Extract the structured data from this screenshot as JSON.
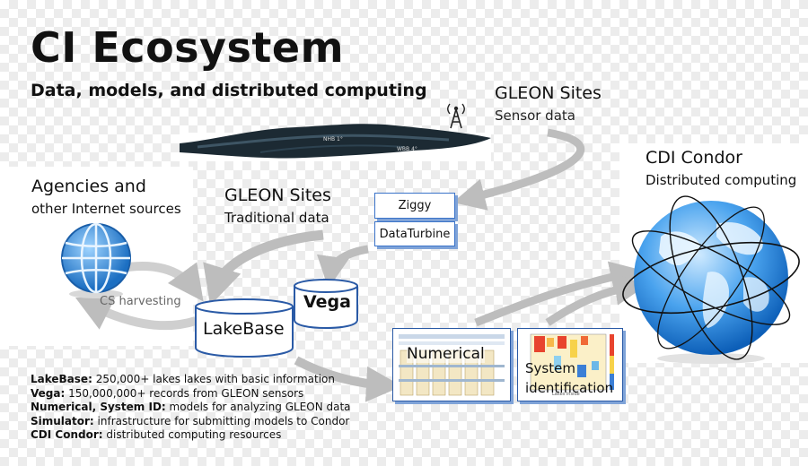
{
  "title": "CI Ecosystem",
  "subtitle": "Data, models, and distributed computing",
  "gleon_sensor": {
    "title": "GLEON Sites",
    "subtitle": "Sensor data"
  },
  "gleon_traditional": {
    "title": "GLEON Sites",
    "subtitle": "Traditional data"
  },
  "agencies": {
    "title": "Agencies and",
    "subtitle": "other Internet sources"
  },
  "cdi_condor": {
    "title": "CDI Condor",
    "subtitle": "Distributed computing"
  },
  "lake_labels": {
    "left": "NHB 1°",
    "right": "WBB 4°"
  },
  "boxes": {
    "ziggy": "Ziggy",
    "dataturbine": "DataTurbine"
  },
  "cs_harvesting": "CS harvesting",
  "nodes": {
    "lakebase": "LakeBase",
    "vega": "Vega",
    "numerical": "Numerical",
    "system_id_line1": "System",
    "system_id_line2": "identification",
    "chart_xlabel": "Lakes Inside"
  },
  "legend": [
    {
      "term": "LakeBase:",
      "desc": " 250,000+ lakes lakes with basic information"
    },
    {
      "term": "Vega:",
      "desc": " 150,000,000+ records from GLEON sensors"
    },
    {
      "term": "Numerical, System ID:",
      "desc": " models for analyzing GLEON data"
    },
    {
      "term": "Simulator:",
      "desc": " infrastructure for submitting models to Condor"
    },
    {
      "term": "CDI Condor:",
      "desc": " distributed computing resources"
    }
  ],
  "colors": {
    "accent": "#3a73c9",
    "arrow": "#bdbdbd",
    "globe": "#2a8ae0"
  },
  "icons": [
    "antenna-icon",
    "globe-icon",
    "world-globe-icon"
  ]
}
